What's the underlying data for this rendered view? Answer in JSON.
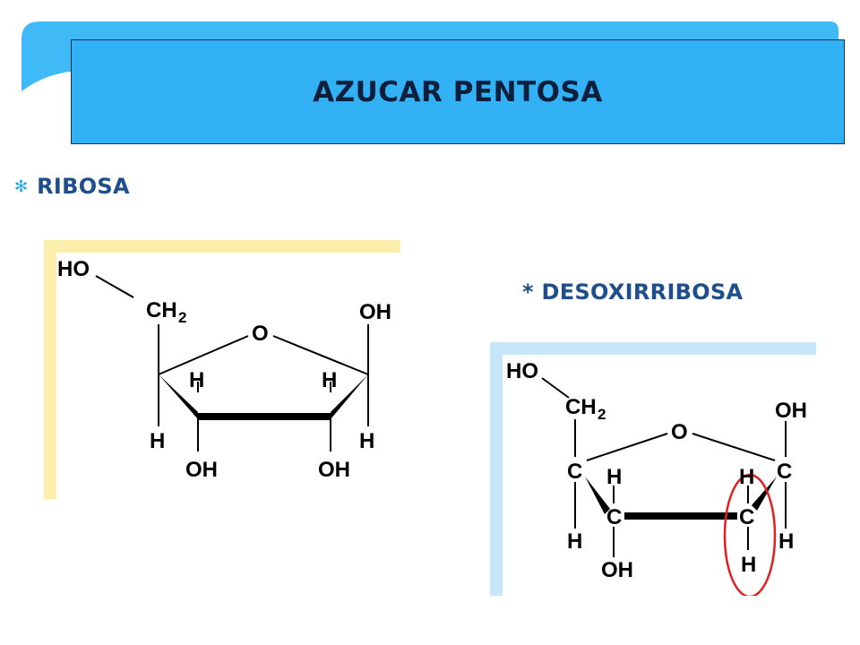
{
  "slide": {
    "title": "AZUCAR PENTOSA",
    "colors": {
      "accent_band": "#3fbaf7",
      "title_box": "#33b1f5",
      "label_text": "#1f4e8c",
      "bullet": "#2aa6e8",
      "ribosa_panel": "#fbeeab",
      "deso_panel": "#c5e6fb",
      "highlight_oval": "#e02020"
    },
    "ribosa": {
      "label": "RIBOSA",
      "bullet_icon": "asterisk-bullet-icon",
      "atoms": {
        "ho": "HO",
        "ch2": "CH",
        "ch2_sub": "2",
        "o": "O",
        "oh_top": "OH",
        "h_left_up": "H",
        "h_right_up": "H",
        "h_left_down": "H",
        "h_right_down": "H",
        "oh_left_bottom": "OH",
        "oh_right_bottom": "OH"
      }
    },
    "desoxirribosa": {
      "label": "* DESOXIRRIBOSA",
      "atoms": {
        "ho": "HO",
        "ch2": "CH",
        "ch2_sub": "2",
        "o": "O",
        "oh_top": "OH",
        "c_left": "C",
        "c_right": "C",
        "c_bottom_left": "C",
        "c_bottom_right": "C",
        "h_left_up": "H",
        "h_right_up": "H",
        "h_left_down": "H",
        "h_right_down": "H",
        "oh_bottom": "OH",
        "h_bottom": "H"
      }
    }
  }
}
